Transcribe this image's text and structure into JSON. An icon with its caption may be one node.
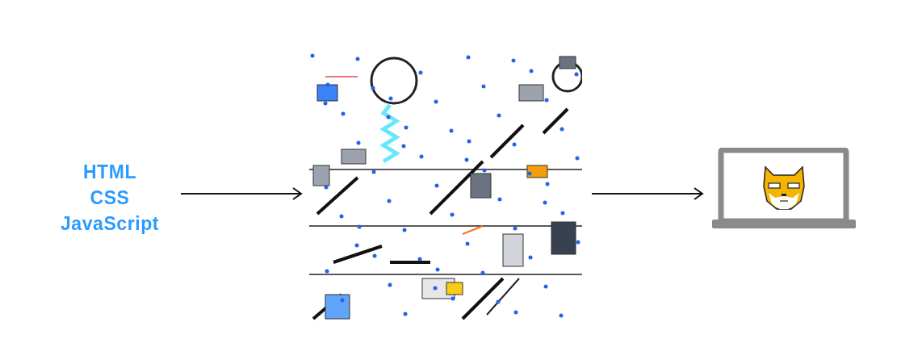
{
  "diagram": {
    "nodes": [
      {
        "text": [
          "HTML",
          "CSS",
          "JavaScript"
        ]
      },
      {
        "text": [],
        "shape": "picture"
      },
      {
        "text": [],
        "shape": "picture"
      }
    ],
    "edges": [
      {
        "from": 0,
        "to": 1,
        "arrow": "to"
      },
      {
        "from": 1,
        "to": 2,
        "arrow": "to"
      }
    ]
  }
}
